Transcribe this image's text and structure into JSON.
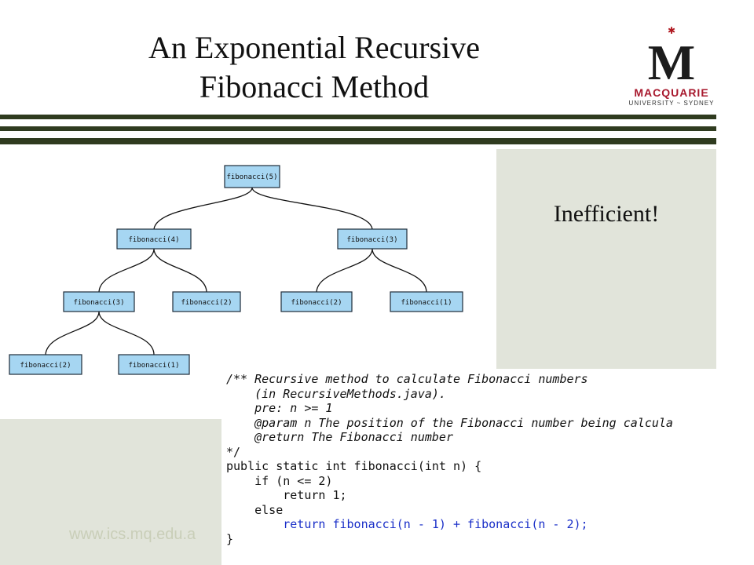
{
  "slide": {
    "title_line1": "An Exponential Recursive",
    "title_line2": "Fibonacci Method",
    "side_note": "Inefficient!",
    "footer_url": "www.ics.mq.edu.a"
  },
  "logo": {
    "letter": "M",
    "name": "MACQUARIE",
    "subtitle": "UNIVERSITY ~ SYDNEY"
  },
  "tree": {
    "nodes": [
      {
        "label": "fibonacci(5)"
      },
      {
        "label": "fibonacci(4)"
      },
      {
        "label": "fibonacci(3)"
      },
      {
        "label": "fibonacci(3)"
      },
      {
        "label": "fibonacci(2)"
      },
      {
        "label": "fibonacci(2)"
      },
      {
        "label": "fibonacci(1)"
      },
      {
        "label": "fibonacci(2)"
      },
      {
        "label": "fibonacci(1)"
      }
    ]
  },
  "code": {
    "lines": [
      "/** Recursive method to calculate Fibonacci numbers",
      "    (in RecursiveMethods.java).",
      "    pre: n >= 1",
      "    @param n The position of the Fibonacci number being calcula",
      "    @return The Fibonacci number",
      "*/",
      "public static int fibonacci(int n) {",
      "    if (n <= 2)",
      "        return 1;",
      "    else",
      "        return fibonacci(n - 1) + fibonacci(n - 2);",
      "}"
    ]
  }
}
